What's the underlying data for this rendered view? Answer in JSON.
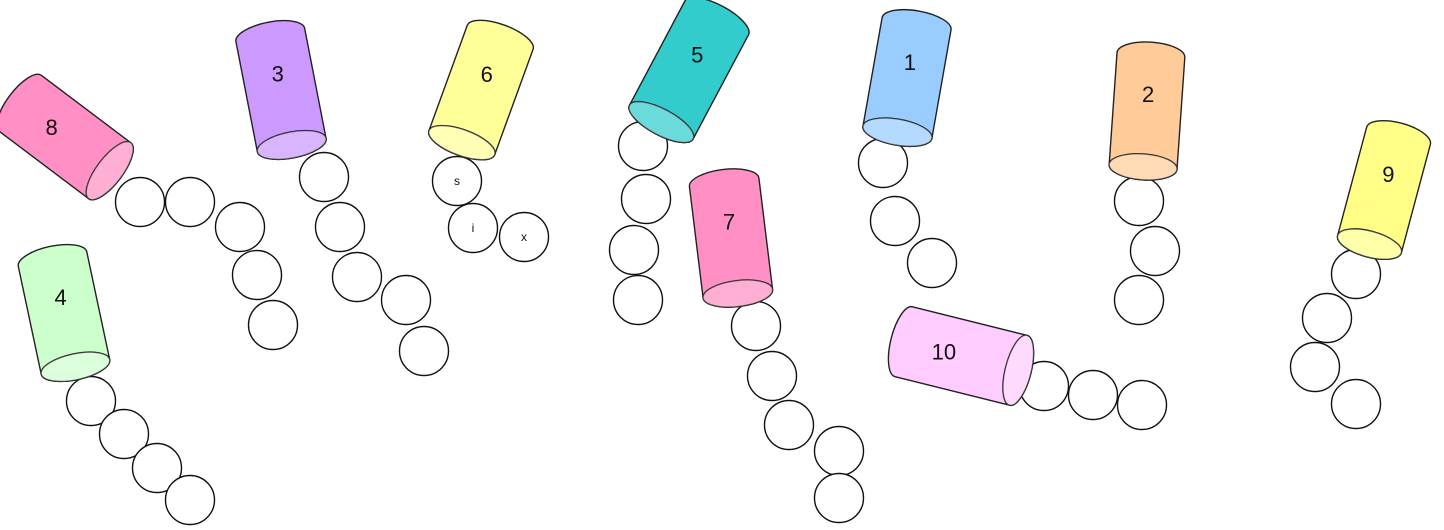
{
  "cups": [
    {
      "label": "1",
      "color": "#99ccff",
      "beads": []
    },
    {
      "label": "2",
      "color": "#ffcc99",
      "beads": []
    },
    {
      "label": "3",
      "color": "#cc99ff",
      "beads": []
    },
    {
      "label": "4",
      "color": "#ccffcc",
      "beads": []
    },
    {
      "label": "5",
      "color": "#33cccc",
      "beads": []
    },
    {
      "label": "6",
      "color": "#ffff99",
      "beads": [
        "s",
        "i",
        "x"
      ]
    },
    {
      "label": "7",
      "color": "#ff8fc4",
      "beads": []
    },
    {
      "label": "8",
      "color": "#ff8fc4",
      "beads": []
    },
    {
      "label": "9",
      "color": "#ffff88",
      "beads": []
    },
    {
      "label": "10",
      "color": "#ffccff",
      "beads": []
    }
  ]
}
